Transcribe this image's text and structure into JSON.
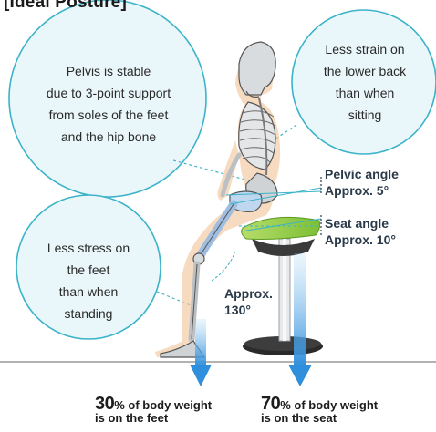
{
  "title": "[Ideal Posture]",
  "callouts": {
    "pelvis": [
      "Pelvis is stable",
      "due to 3-point support",
      "from soles of the feet",
      "and the hip bone"
    ],
    "lower_back": [
      "Less strain on",
      "the lower back",
      "than when",
      "sitting"
    ],
    "feet": [
      "Less stress on",
      "the feet",
      "than when",
      "standing"
    ]
  },
  "angles": {
    "pelvic": [
      "Pelvic angle",
      "Approx. 5°"
    ],
    "seat": [
      "Seat angle",
      "Approx. 10°"
    ],
    "knee": [
      "Approx.",
      "130°"
    ]
  },
  "weights": {
    "feet": {
      "pct": "30",
      "rest": "% of body weight",
      "line2": "is on the feet"
    },
    "seat": {
      "pct": "70",
      "rest": "% of body weight",
      "line2": "is on the seat"
    }
  },
  "colors": {
    "bubble_stroke": "#3bb3c9",
    "bubble_fill": "#e8f6f9",
    "arrow": "#2f8fdc",
    "seat": "#8cc63f",
    "skin": "#f3c8a0",
    "bone": "#cfd3d6"
  }
}
